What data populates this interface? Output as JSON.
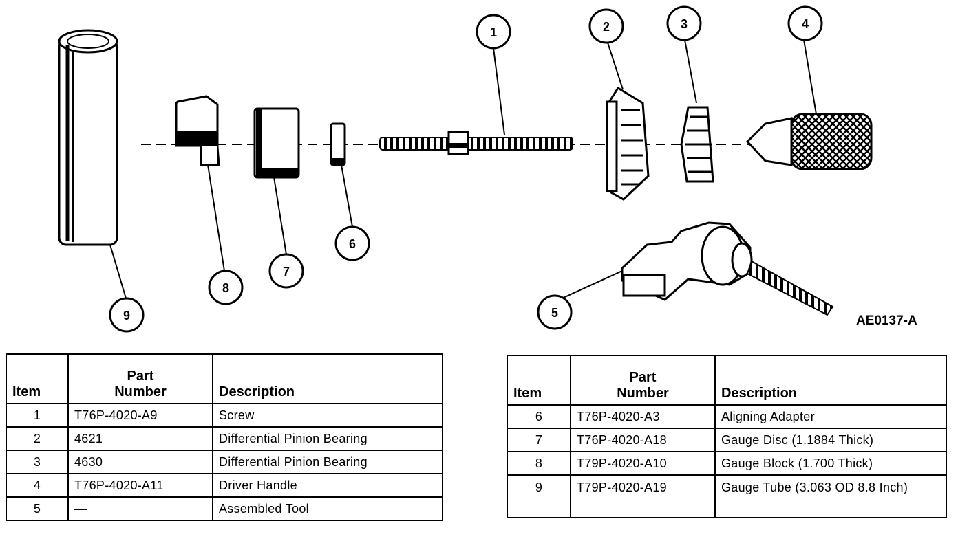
{
  "figure_id": "AE0137-A",
  "callouts": [
    "1",
    "2",
    "3",
    "4",
    "5",
    "6",
    "7",
    "8",
    "9"
  ],
  "table_left": {
    "headers": {
      "item": "Item",
      "part_line1": "Part",
      "part_line2": "Number",
      "description": "Description"
    },
    "rows": [
      {
        "item": "1",
        "part": "T76P-4020-A9",
        "description": "Screw"
      },
      {
        "item": "2",
        "part": "4621",
        "description": "Differential Pinion Bearing"
      },
      {
        "item": "3",
        "part": "4630",
        "description": "Differential Pinion Bearing"
      },
      {
        "item": "4",
        "part": "T76P-4020-A11",
        "description": "Driver Handle"
      },
      {
        "item": "5",
        "part": "—",
        "description": "Assembled Tool"
      }
    ]
  },
  "table_right": {
    "headers": {
      "item": "Item",
      "part_line1": "Part",
      "part_line2": "Number",
      "description": "Description"
    },
    "rows": [
      {
        "item": "6",
        "part": "T76P-4020-A3",
        "description": "Aligning Adapter"
      },
      {
        "item": "7",
        "part": "T76P-4020-A18",
        "description": "Gauge Disc (1.1884 Thick)"
      },
      {
        "item": "8",
        "part": "T79P-4020-A10",
        "description": "Gauge Block (1.700 Thick)"
      },
      {
        "item": "9",
        "part": "T79P-4020-A19",
        "description": "Gauge Tube (3.063 OD 8.8 Inch)"
      }
    ]
  }
}
